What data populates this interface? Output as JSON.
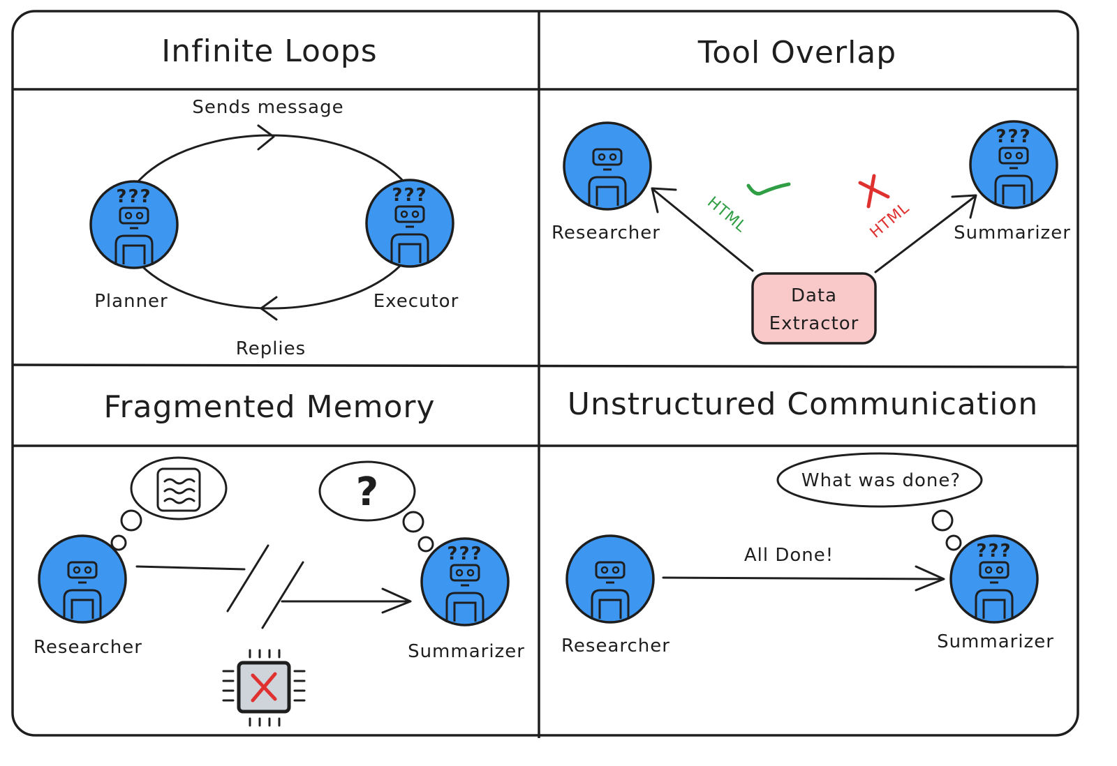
{
  "panels": {
    "infinite_loops": {
      "title": "Infinite Loops",
      "top_label": "Sends message",
      "bottom_label": "Replies",
      "left_agent": "Planner",
      "right_agent": "Executor"
    },
    "tool_overlap": {
      "title": "Tool Overlap",
      "left_agent": "Researcher",
      "right_agent": "Summarizer",
      "tool_box": [
        "Data",
        "Extractor"
      ],
      "left_format": "HTML",
      "right_format": "HTML",
      "accept_mark": "✔",
      "reject_mark": "✘"
    },
    "fragmented_memory": {
      "title": "Fragmented Memory",
      "left_agent": "Researcher",
      "right_agent": "Summarizer",
      "thought_right": "?",
      "thought_left_icon": "wavy-notes-icon",
      "memory_icon": "broken-chip-icon"
    },
    "unstructured_communication": {
      "title": "Unstructured Communication",
      "left_agent": "Researcher",
      "right_agent": "Summarizer",
      "message": "All Done!",
      "thought": "What was done?"
    }
  },
  "agent": {
    "confused_mark": "???"
  },
  "colors": {
    "agent_fill": "#3d96f0",
    "tool_fill": "#f9c9c9",
    "accept": "#2f9e44",
    "reject": "#e03131",
    "chip_fill": "#ced4da",
    "ink": "#1e1e1e"
  }
}
